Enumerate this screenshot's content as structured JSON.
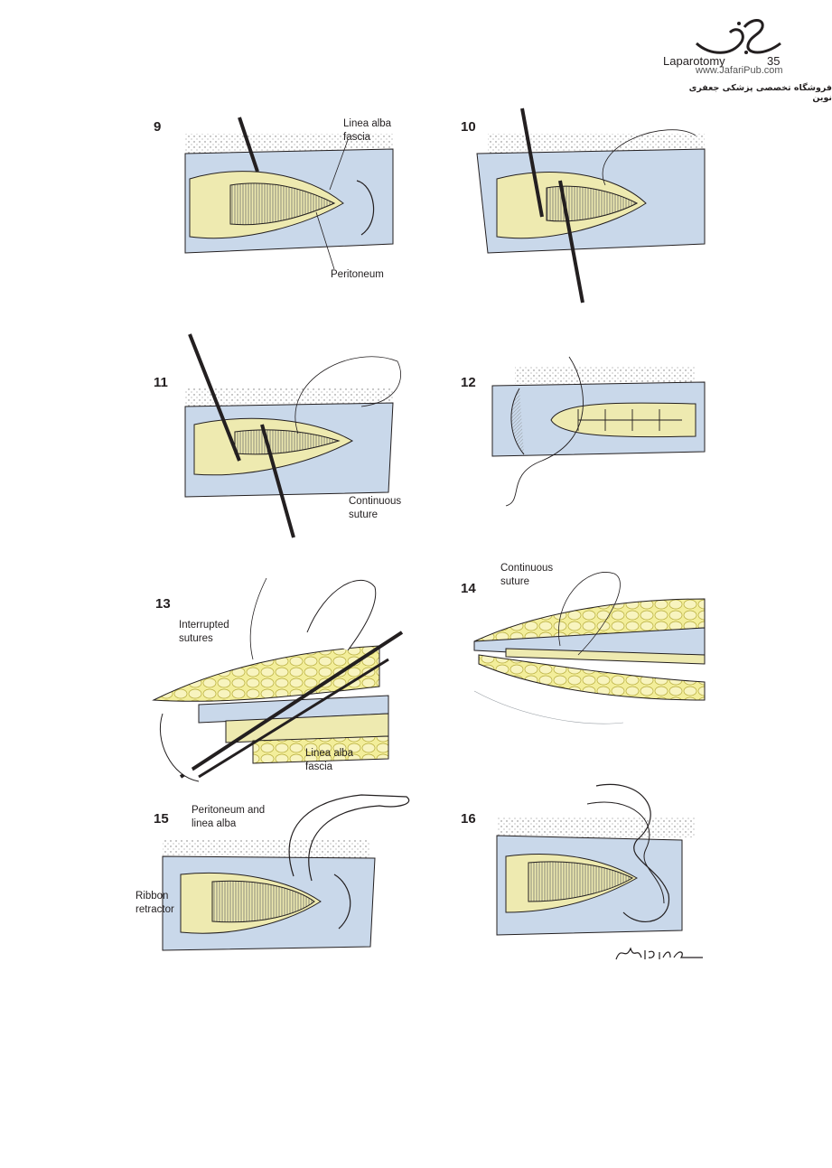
{
  "header": {
    "chapter_title": "Laparotomy",
    "page_number": "35",
    "watermark_url": "www.JafariPub.com",
    "publisher_store": "فروشگاه تخصصی پزشکی جعفری نوین",
    "logo_icon": "calligraphy-logo-icon"
  },
  "panels": [
    {
      "number": "9",
      "labels": [
        "Linea alba\nfascia",
        "Peritoneum"
      ]
    },
    {
      "number": "10",
      "labels": []
    },
    {
      "number": "11",
      "labels": [
        "Continuous\nsuture"
      ]
    },
    {
      "number": "12",
      "labels": []
    },
    {
      "number": "13",
      "labels": [
        "Interrupted\nsutures",
        "Linea alba\nfascia"
      ]
    },
    {
      "number": "14",
      "labels": [
        "Continuous\nsuture"
      ]
    },
    {
      "number": "15",
      "labels": [
        "Peritoneum and\nlinea alba",
        "Ribbon\nretractor"
      ]
    },
    {
      "number": "16",
      "labels": []
    }
  ],
  "artist_signature_icon": "artist-signature-icon",
  "colors": {
    "fascia_blue": "#c9d8ea",
    "peritoneum_yellow": "#eeeab0",
    "fat_yellow": "#f3ee9a",
    "ink": "#231f20",
    "skin_gray": "#d2d2d2"
  }
}
